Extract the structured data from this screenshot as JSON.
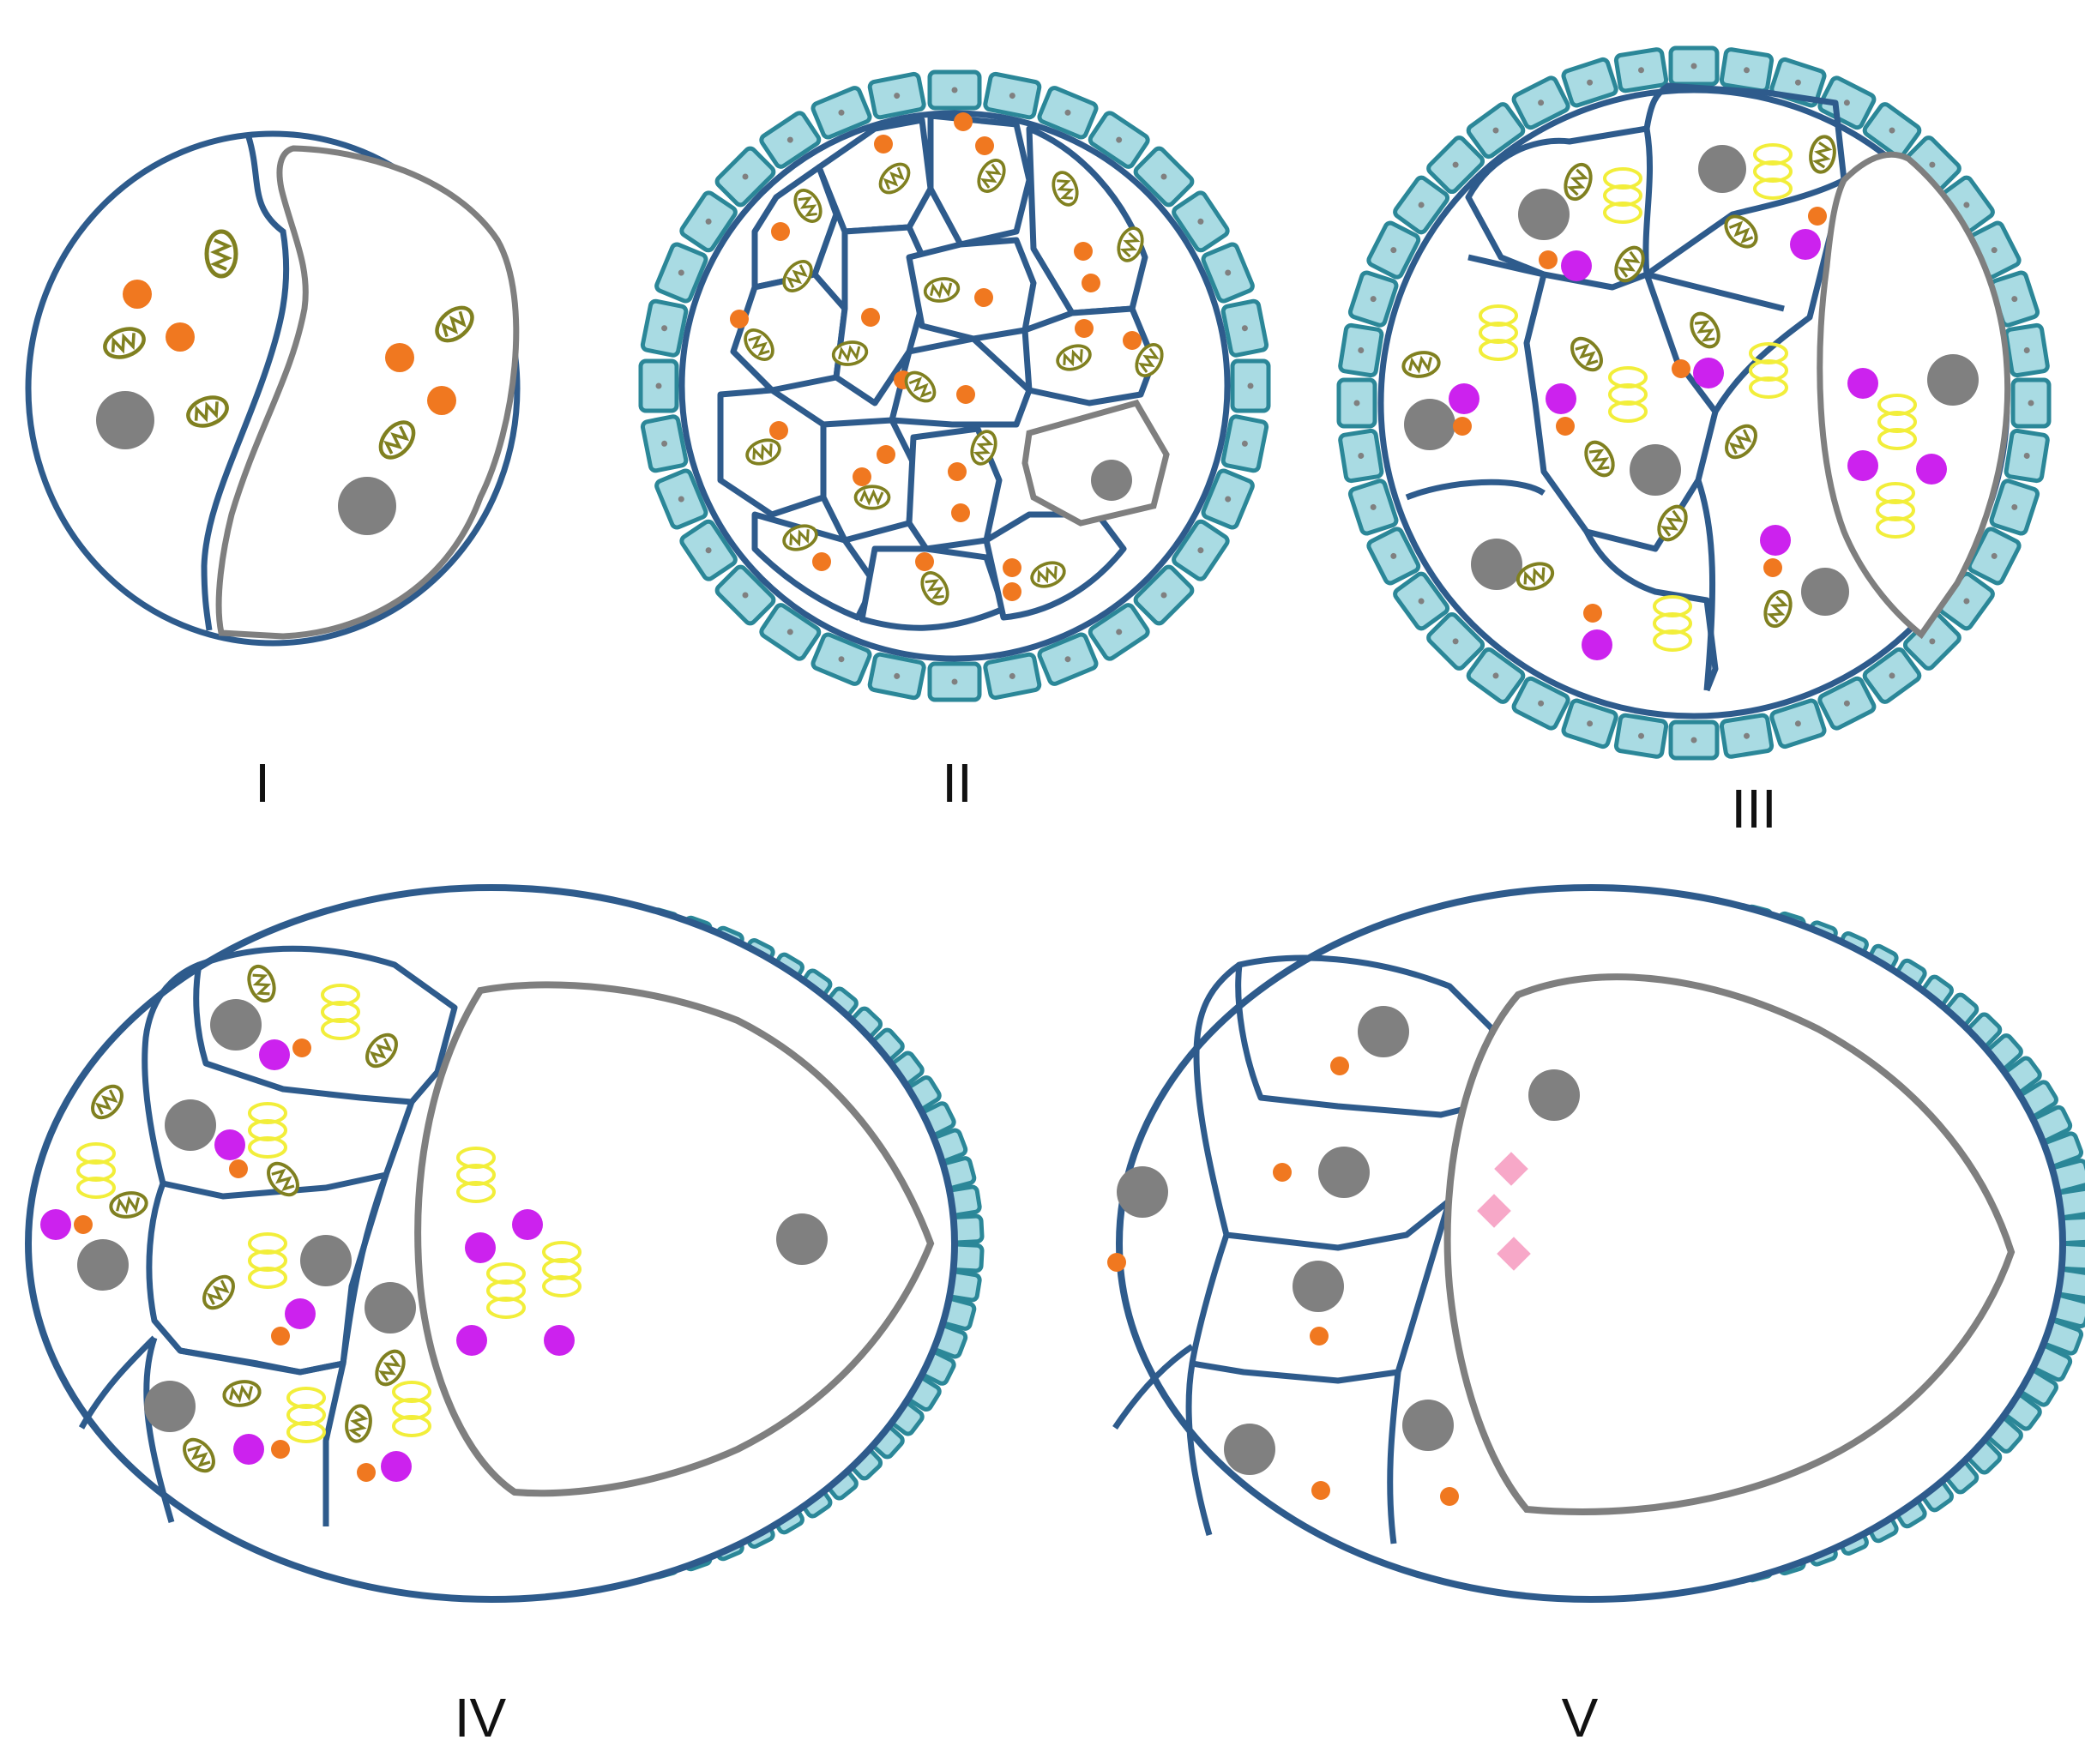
{
  "figure": {
    "stages": [
      {
        "id": "I",
        "label": "I"
      },
      {
        "id": "II",
        "label": "II"
      },
      {
        "id": "III",
        "label": "III"
      },
      {
        "id": "IV",
        "label": "IV"
      },
      {
        "id": "V",
        "label": "V"
      }
    ]
  },
  "colors": {
    "cell_outline": "#2e5b8c",
    "oocyte_outline": "#7f7f7f",
    "follicle_fill": "#a9dbe3",
    "follicle_outline": "#2b8798",
    "nucleus": "#808080",
    "orange_granule": "#f07820",
    "magenta_granule": "#cc22ee",
    "yellow_rings": "#f2ee3a",
    "mitochondrion": "#808020",
    "pink_diamond": "#f7a8c8"
  },
  "icons": {
    "nucleus": "gray-circle",
    "orange_granule": "orange-dot",
    "magenta_granule": "magenta-dot",
    "yellow_rings": "stacked-ring-icon",
    "mitochondrion": "mitochondrion-icon",
    "pink_diamond": "diamond-icon"
  }
}
